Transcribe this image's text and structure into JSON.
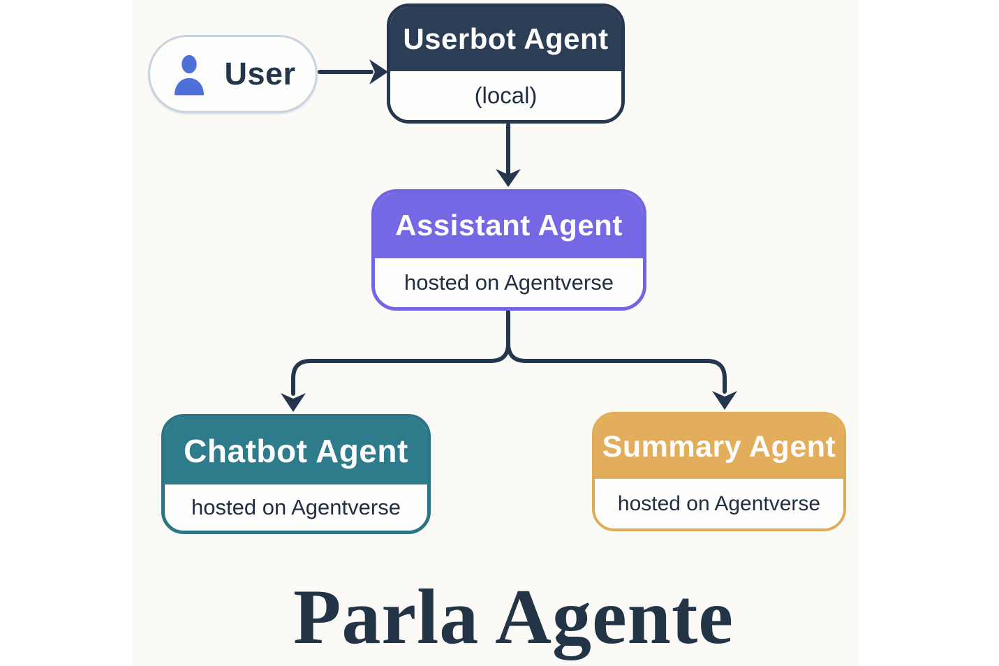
{
  "title": {
    "text": "Parla Agente",
    "color": "#243447"
  },
  "canvas": {
    "background": "#FBFAF6",
    "page_background": "#FFFFFF"
  },
  "colors": {
    "arrow": "#24364E",
    "navy_header": "#2C3E55",
    "purple_header": "#7568E4",
    "teal_header": "#2E7B8B",
    "gold_header": "#E2AE5B",
    "user_icon_blue": "#4E71D8",
    "pill_border": "#C8D3E0",
    "body_text": "#1F2E42"
  },
  "nodes": {
    "user": {
      "label": "User",
      "icon": "user-icon"
    },
    "userbot": {
      "title": "Userbot Agent",
      "subtitle": "(local)"
    },
    "assistant": {
      "title": "Assistant Agent",
      "subtitle": "hosted on Agentverse"
    },
    "chatbot": {
      "title": "Chatbot Agent",
      "subtitle": "hosted on Agentverse"
    },
    "summary": {
      "title": "Summary Agent",
      "subtitle": "hosted on Agentverse"
    }
  },
  "edges": [
    {
      "from": "user",
      "to": "userbot"
    },
    {
      "from": "userbot",
      "to": "assistant"
    },
    {
      "from": "assistant",
      "to": "chatbot"
    },
    {
      "from": "assistant",
      "to": "summary"
    }
  ]
}
